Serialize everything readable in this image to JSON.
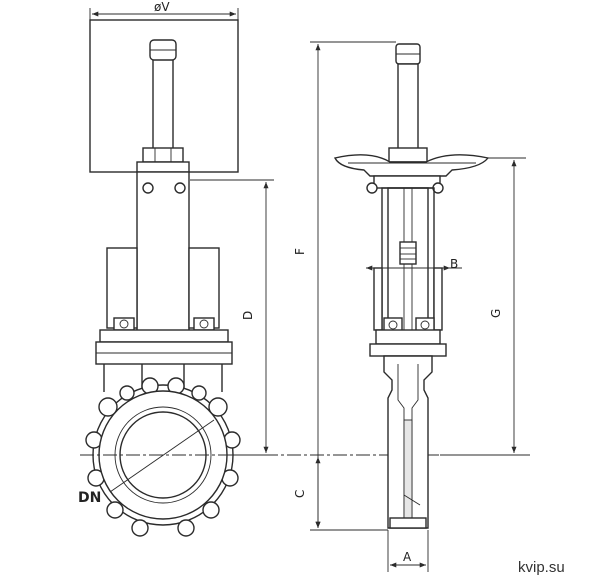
{
  "labels": {
    "v": "øV",
    "d": "D",
    "f": "F",
    "g": "G",
    "b": "B",
    "c": "C",
    "a": "A",
    "dn": "DN"
  },
  "watermark": "kvip.su"
}
